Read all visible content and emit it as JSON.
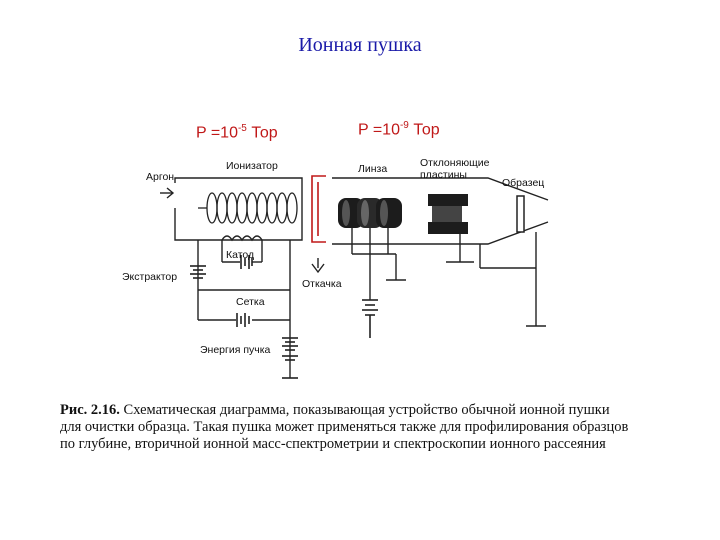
{
  "title": "Ионная пушка",
  "pressure_left": {
    "base": "P =10",
    "exp": "-5",
    "unit": " Тор"
  },
  "pressure_right": {
    "base": "P =10",
    "exp": "-9",
    "unit": " Тор"
  },
  "labels": {
    "argon": "Аргон",
    "ionizer": "Ионизатор",
    "lens": "Линза",
    "deflect_1": "Отклоняющие",
    "deflect_2": "пластины",
    "sample": "Образец",
    "cathode": "Катод",
    "extractor": "Экстрактор",
    "pumping": "Откачка",
    "grid": "Сетка",
    "beam_energy": "Энергия пучка"
  },
  "caption": {
    "fig_label": "Рис. 2.16.",
    "text": " Схематическая диаграмма, показывающая устройство обычной ионной пушки для очистки образца. Такая пушка может применяться также для профилирования образцов по глубине, вторичной ионной масс-спектрометрии и спектроскопии ионного рассеяния"
  }
}
